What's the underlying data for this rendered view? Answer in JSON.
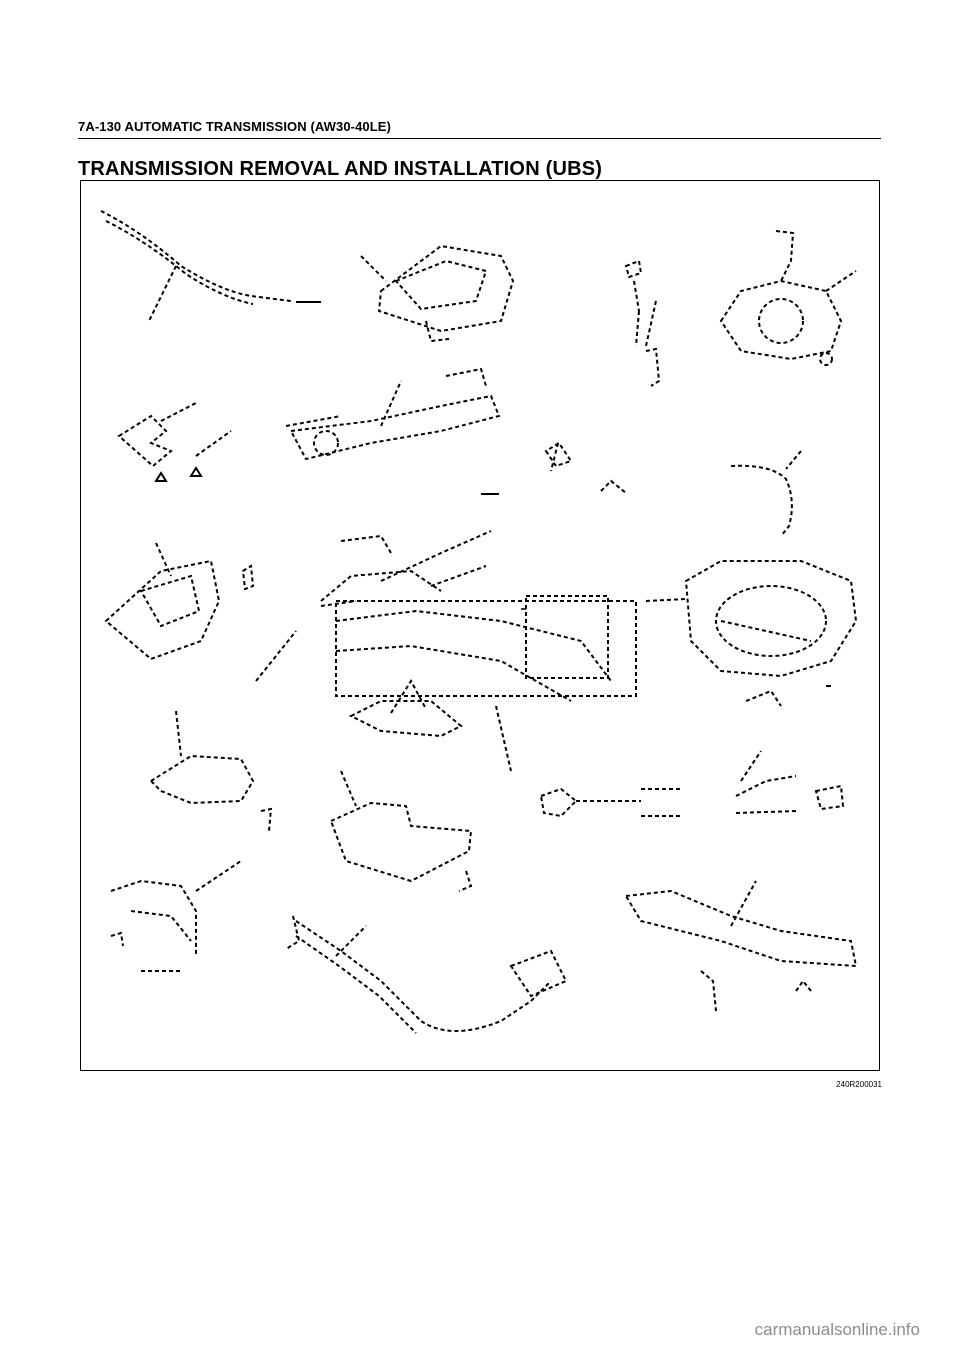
{
  "page_header": "7A-130  AUTOMATIC TRANSMISSION (AW30-40LE)",
  "section_title": "TRANSMISSION REMOVAL AND INSTALLATION (UBS)",
  "figure": {
    "figure_code": "240R200031"
  },
  "watermark": "carmanualsonline.info"
}
